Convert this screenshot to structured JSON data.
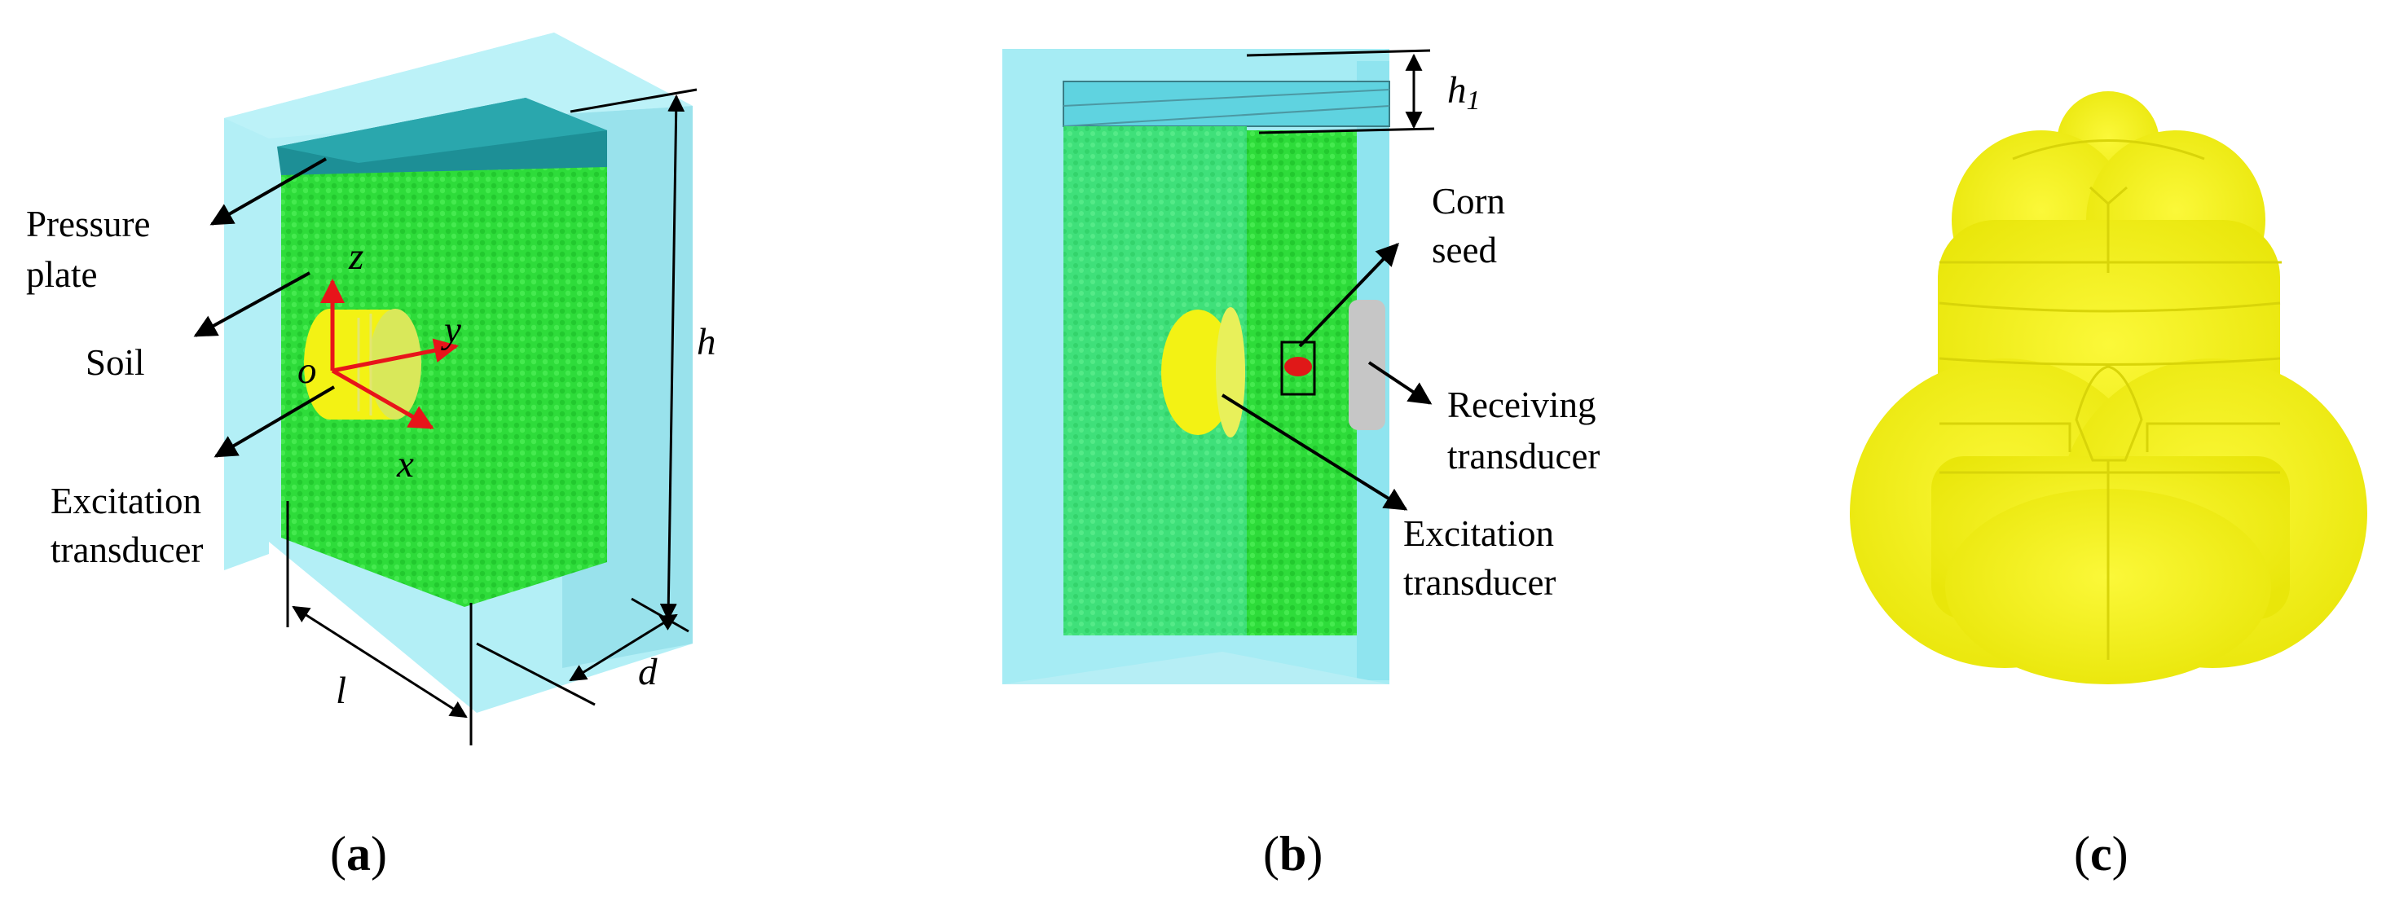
{
  "panel_a": {
    "pressure_plate_line1": "Pressure",
    "pressure_plate_line2": "plate",
    "soil": "Soil",
    "excitation_line1": "Excitation",
    "excitation_line2": "transducer",
    "axis_z": "z",
    "axis_y": "y",
    "axis_x": "x",
    "origin": "o",
    "dim_h": "h",
    "dim_l": "l",
    "dim_d": "d",
    "caption_open": "(",
    "caption_letter": "a",
    "caption_close": ")"
  },
  "panel_b": {
    "dim_h1_base": "h",
    "dim_h1_sub": "1",
    "corn_seed_line1": "Corn",
    "corn_seed_line2": "seed",
    "receiving_line1": "Receiving",
    "receiving_line2": "transducer",
    "excitation_line1": "Excitation",
    "excitation_line2": "transducer",
    "caption_open": "(",
    "caption_letter": "b",
    "caption_close": ")"
  },
  "panel_c": {
    "caption_open": "(",
    "caption_letter": "c",
    "caption_close": ")"
  },
  "colors": {
    "container": "#a6ecf4",
    "soil": "#2edc3a",
    "plate": "#1d8f96",
    "transducer": "#f3f214",
    "seed": "#f5f207",
    "arrow_axis": "#e8141a",
    "seed_mark": "#e01818"
  }
}
